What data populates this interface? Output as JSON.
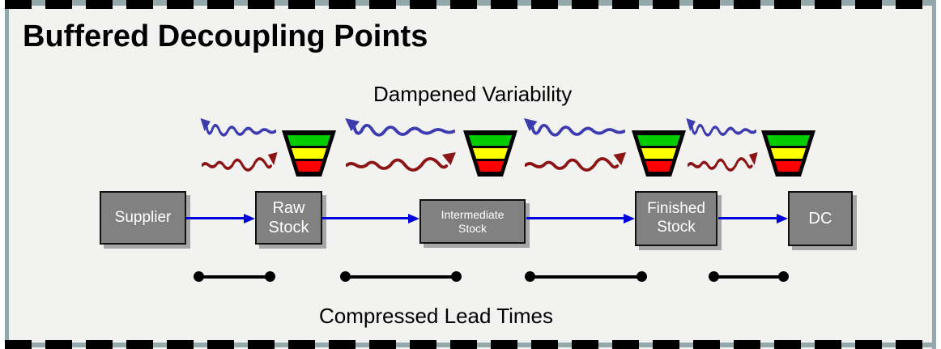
{
  "slide": {
    "title": "Buffered Decoupling Points",
    "annotations": {
      "dampened_variability": "Dampened Variability",
      "compressed_lead_times": "Compressed Lead Times"
    },
    "nodes": [
      {
        "id": "supplier",
        "label": "Supplier"
      },
      {
        "id": "raw-stock",
        "label": "Raw Stock"
      },
      {
        "id": "intermediate-stock",
        "label": "Intermediate Stock"
      },
      {
        "id": "finished-stock",
        "label": "Finished Stock"
      },
      {
        "id": "dc",
        "label": "DC"
      }
    ],
    "buffer_count": 4,
    "lead_time_bar_count": 4,
    "icons": {
      "buffer": "buffer-funnel-icon",
      "demand_wave": "demand-variability-wave-icon",
      "supply_wave": "supply-variability-wave-icon",
      "lead_time": "lead-time-bar"
    },
    "colors": {
      "background": "#f2f2f1",
      "frame_border": "#92a8ab",
      "frame_dash": "#000000",
      "node_fill": "#818181",
      "node_border": "#111111",
      "node_text": "#ffffff",
      "flow_arrow": "#0000dd",
      "wave_blue": "#3c3caf",
      "wave_dark_red": "#8b1414",
      "funnel_green": "#00cc00",
      "funnel_yellow": "#ffff00",
      "funnel_red": "#ff0000",
      "lead_time_bar": "#000000"
    }
  }
}
